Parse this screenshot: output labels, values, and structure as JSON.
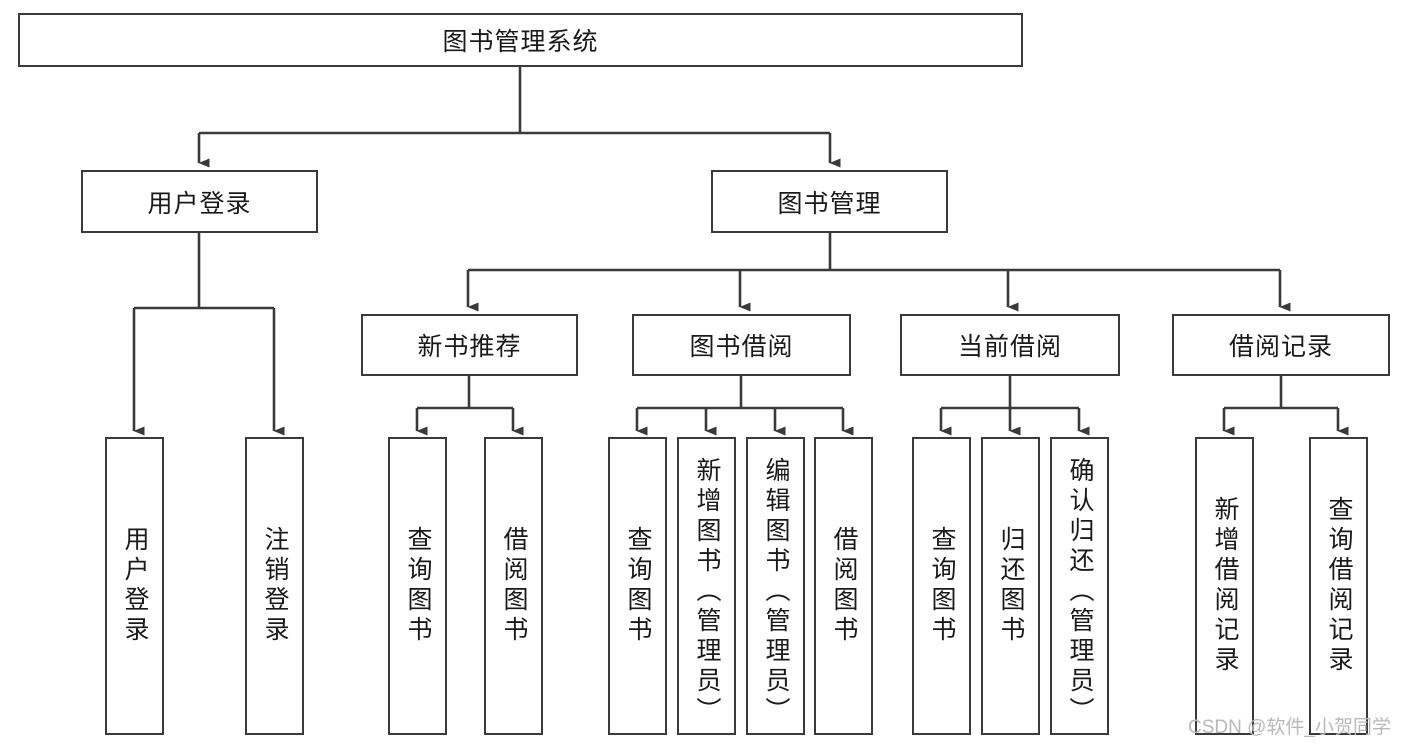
{
  "diagram": {
    "type": "tree-hierarchy-chart",
    "title": "图书管理系统",
    "stroke_color": "#3a3a3a",
    "box_fill": "#ffffff",
    "text_color": "#1a1a1a",
    "root": {
      "id": "root",
      "label": "图书管理系统",
      "orientation": "horizontal"
    },
    "level2": [
      {
        "id": "user-login",
        "label": "用户登录",
        "orientation": "horizontal"
      },
      {
        "id": "book-manage",
        "label": "图书管理",
        "orientation": "horizontal"
      }
    ],
    "level3": [
      {
        "id": "new-book-recommend",
        "label": "新书推荐",
        "orientation": "horizontal",
        "parent": "book-manage"
      },
      {
        "id": "book-borrow",
        "label": "图书借阅",
        "orientation": "horizontal",
        "parent": "book-manage"
      },
      {
        "id": "current-borrow",
        "label": "当前借阅",
        "orientation": "horizontal",
        "parent": "book-manage"
      },
      {
        "id": "borrow-record",
        "label": "借阅记录",
        "orientation": "horizontal",
        "parent": "book-manage"
      }
    ],
    "leaves": [
      {
        "id": "leaf-user-login",
        "label": "用户登录",
        "parent": "user-login"
      },
      {
        "id": "leaf-logout-login",
        "label": "注销登录",
        "parent": "user-login"
      },
      {
        "id": "leaf-query-book-1",
        "label": "查询图书",
        "parent": "new-book-recommend"
      },
      {
        "id": "leaf-borrow-book-1",
        "label": "借阅图书",
        "parent": "new-book-recommend"
      },
      {
        "id": "leaf-query-book-2",
        "label": "查询图书",
        "parent": "book-borrow"
      },
      {
        "id": "leaf-add-book",
        "label": "新增图书（管理员）",
        "parent": "book-borrow"
      },
      {
        "id": "leaf-edit-book",
        "label": "编辑图书（管理员）",
        "parent": "book-borrow"
      },
      {
        "id": "leaf-borrow-book-2",
        "label": "借阅图书",
        "parent": "book-borrow"
      },
      {
        "id": "leaf-query-book-3",
        "label": "查询图书",
        "parent": "current-borrow"
      },
      {
        "id": "leaf-return-book",
        "label": "归还图书",
        "parent": "current-borrow"
      },
      {
        "id": "leaf-confirm-return",
        "label": "确认归还（管理员）",
        "parent": "current-borrow"
      },
      {
        "id": "leaf-add-record",
        "label": "新增借阅记录",
        "parent": "borrow-record"
      },
      {
        "id": "leaf-query-record",
        "label": "查询借阅记录",
        "parent": "borrow-record"
      }
    ]
  },
  "watermark": {
    "text": "CSDN @软件_小贺同学"
  }
}
